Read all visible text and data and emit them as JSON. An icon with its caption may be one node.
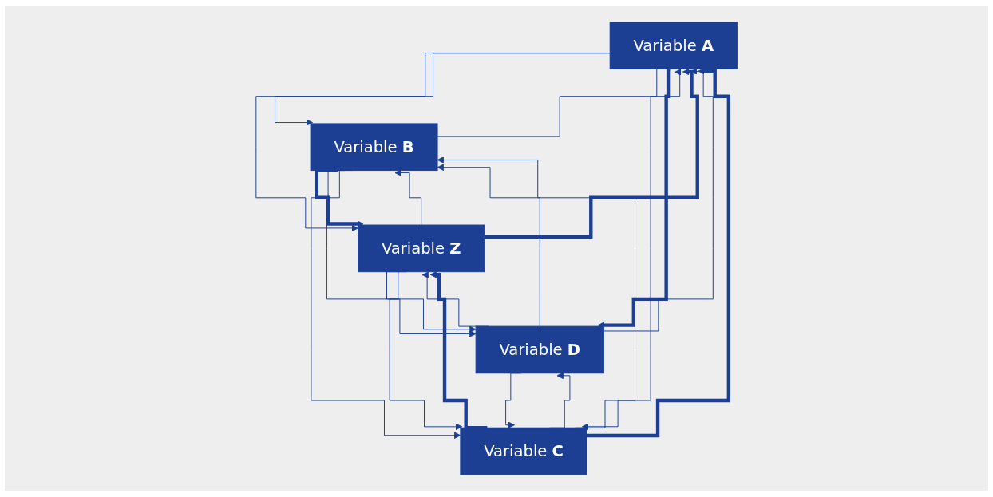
{
  "diagram": {
    "nodes": [
      {
        "text": [
          "Variable **A**"
        ]
      },
      {
        "text": [
          "Variable **B**"
        ]
      },
      {
        "text": [
          "Variable **Z**"
        ]
      },
      {
        "text": [
          "Variable **C**"
        ]
      },
      {
        "text": [
          "Variable **D**"
        ]
      }
    ],
    "edges": [
      {
        "from": 0,
        "to": 1,
        "arrow": "to"
      },
      {
        "from": 1,
        "to": 0,
        "arrow": "to"
      },
      {
        "from": 0,
        "to": 2,
        "arrow": "to"
      },
      {
        "from": 1,
        "to": 2,
        "arrow": "to",
        "style": "thick"
      },
      {
        "from": 2,
        "to": 0,
        "arrow": "to",
        "style": "thick"
      },
      {
        "from": 3,
        "to": 0,
        "arrow": "to",
        "style": "thick"
      },
      {
        "from": 0,
        "to": 3,
        "arrow": "to"
      },
      {
        "from": 0,
        "to": 4,
        "arrow": "to",
        "style": "thick"
      },
      {
        "from": 4,
        "to": 0,
        "arrow": "to"
      },
      {
        "from": 1,
        "to": 3,
        "arrow": "to"
      },
      {
        "from": 2,
        "to": 1,
        "arrow": "to"
      },
      {
        "from": 2,
        "to": 4,
        "arrow": "to"
      },
      {
        "from": 1,
        "to": 4,
        "arrow": "to"
      },
      {
        "from": 4,
        "to": 1,
        "arrow": "to"
      },
      {
        "from": 2,
        "to": 3,
        "arrow": "to"
      },
      {
        "from": 3,
        "to": 1,
        "arrow": "to"
      },
      {
        "from": 3,
        "to": 2,
        "arrow": "to",
        "style": "thick"
      },
      {
        "from": 4,
        "to": 2,
        "arrow": "to"
      },
      {
        "from": 3,
        "to": 4,
        "arrow": "to"
      },
      {
        "from": 4,
        "to": 3,
        "arrow": "to"
      }
    ]
  }
}
